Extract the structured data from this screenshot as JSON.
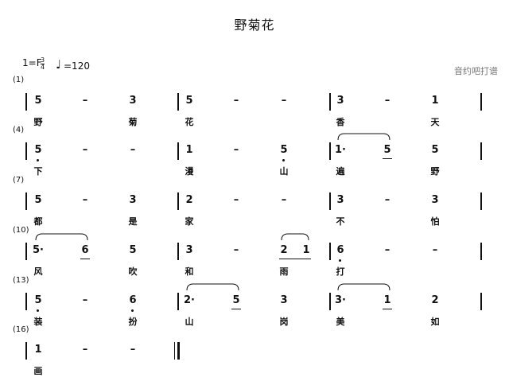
{
  "title": "野菊花",
  "key": "1=F",
  "time_signature": {
    "numerator": "3",
    "denominator": "4"
  },
  "tempo": "=120",
  "source": "音约吧打谱",
  "rows": [
    {
      "measure_label": "(1)",
      "measures": [
        {
          "notes": [
            {
              "text": "5",
              "lyric": "野"
            },
            {
              "text": "–",
              "lyric": ""
            },
            {
              "text": "3",
              "lyric": "菊"
            }
          ]
        },
        {
          "notes": [
            {
              "text": "5",
              "lyric": "花"
            },
            {
              "text": "–",
              "lyric": ""
            },
            {
              "text": "–",
              "lyric": ""
            }
          ]
        },
        {
          "notes": [
            {
              "text": "3",
              "lyric": "香"
            },
            {
              "text": "–",
              "lyric": ""
            },
            {
              "text": "1",
              "lyric": "天"
            }
          ]
        }
      ]
    },
    {
      "measure_label": "(4)",
      "measures": [
        {
          "notes": [
            {
              "text": "5",
              "lyric": "下",
              "low_dot": true
            },
            {
              "text": "–",
              "lyric": ""
            },
            {
              "text": "–",
              "lyric": ""
            }
          ]
        },
        {
          "notes": [
            {
              "text": "1",
              "lyric": "漫"
            },
            {
              "text": "–",
              "lyric": ""
            },
            {
              "text": "5",
              "lyric": "山",
              "low_dot": true
            }
          ]
        },
        {
          "notes": [
            {
              "text": "1·",
              "lyric": "遍"
            },
            {
              "text": "5",
              "lyric": "",
              "underline": true
            },
            {
              "text": "5",
              "lyric": "野"
            }
          ]
        }
      ]
    },
    {
      "measure_label": "(7)",
      "measures": [
        {
          "notes": [
            {
              "text": "5",
              "lyric": "都"
            },
            {
              "text": "–",
              "lyric": ""
            },
            {
              "text": "3",
              "lyric": "是"
            }
          ]
        },
        {
          "notes": [
            {
              "text": "2",
              "lyric": "家"
            },
            {
              "text": "–",
              "lyric": ""
            },
            {
              "text": "–",
              "lyric": ""
            }
          ]
        },
        {
          "notes": [
            {
              "text": "3",
              "lyric": "不"
            },
            {
              "text": "–",
              "lyric": ""
            },
            {
              "text": "3",
              "lyric": "怕"
            }
          ]
        }
      ]
    },
    {
      "measure_label": "(10)",
      "measures": [
        {
          "notes": [
            {
              "text": "5·",
              "lyric": "风"
            },
            {
              "text": "6",
              "lyric": "",
              "underline": true
            },
            {
              "text": "5",
              "lyric": "吹"
            }
          ]
        },
        {
          "notes": [
            {
              "text": "3",
              "lyric": "和"
            },
            {
              "text": "–",
              "lyric": ""
            },
            {
              "text": "2",
              "lyric": "雨",
              "underline": true
            },
            {
              "text": "1",
              "lyric": "",
              "underline": true
            }
          ]
        },
        {
          "notes": [
            {
              "text": "6",
              "lyric": "打",
              "low_dot": true
            },
            {
              "text": "–",
              "lyric": ""
            },
            {
              "text": "–",
              "lyric": ""
            }
          ]
        }
      ]
    },
    {
      "measure_label": "(13)",
      "measures": [
        {
          "notes": [
            {
              "text": "5",
              "lyric": "装",
              "low_dot": true
            },
            {
              "text": "–",
              "lyric": ""
            },
            {
              "text": "6",
              "lyric": "扮",
              "low_dot": true
            }
          ]
        },
        {
          "notes": [
            {
              "text": "2·",
              "lyric": "山"
            },
            {
              "text": "5",
              "lyric": "",
              "underline": true
            },
            {
              "text": "3",
              "lyric": "岗"
            }
          ]
        },
        {
          "notes": [
            {
              "text": "3·",
              "lyric": "美"
            },
            {
              "text": "1",
              "lyric": "",
              "underline": true
            },
            {
              "text": "2",
              "lyric": "如"
            }
          ]
        }
      ]
    },
    {
      "measure_label": "(16)",
      "measures": [
        {
          "notes": [
            {
              "text": "1",
              "lyric": "画"
            },
            {
              "text": "–",
              "lyric": ""
            },
            {
              "text": "–",
              "lyric": ""
            }
          ]
        }
      ]
    }
  ]
}
